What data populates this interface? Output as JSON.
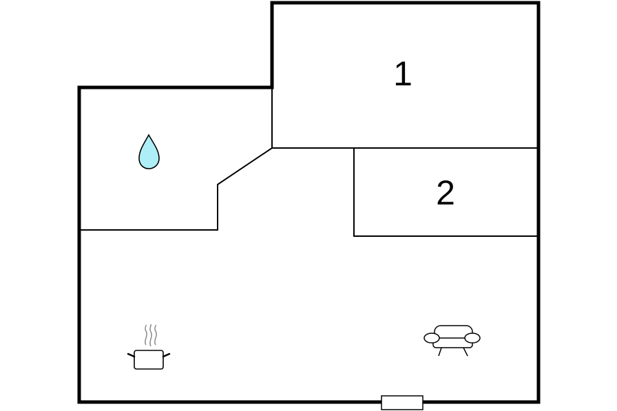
{
  "floor_plan": {
    "rooms": [
      {
        "id": "bedroom-1",
        "label": "1"
      },
      {
        "id": "bedroom-2",
        "label": "2"
      },
      {
        "id": "bathroom",
        "label": ""
      },
      {
        "id": "living-kitchen",
        "label": ""
      }
    ],
    "icons": [
      {
        "name": "water-drop-icon",
        "meaning": "bathroom"
      },
      {
        "name": "cooking-pot-icon",
        "meaning": "kitchen"
      },
      {
        "name": "sofa-icon",
        "meaning": "living room"
      },
      {
        "name": "entrance-door-icon",
        "meaning": "entrance"
      }
    ],
    "colors": {
      "wall": "#000000",
      "interior_wall": "#000000",
      "water": "#aeeef6",
      "steam": "#8a8a8a",
      "background": "#ffffff"
    }
  }
}
